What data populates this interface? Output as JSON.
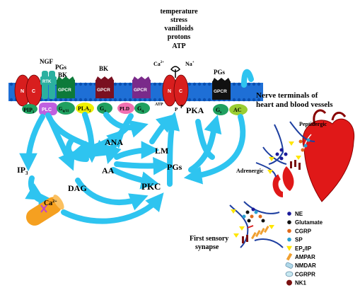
{
  "stimuli": [
    "temperature",
    "stress",
    "vanilloids",
    "protons",
    "ATP"
  ],
  "ions": {
    "ca": "Ca",
    "ca_sup": "2+",
    "na": "Na",
    "na_sup": "+"
  },
  "receptors": {
    "ngf": "NGF",
    "pgs_top": "PGs",
    "bk_top": "BK",
    "bk_mid": "BK",
    "pgs_right": "PGs",
    "rtk": "RTK",
    "gpcr": "GPCR",
    "n": "N",
    "c": "C"
  },
  "membrane_labels": {
    "pip2": "PIP",
    "pip2_sub": "2",
    "plc": "PLC",
    "gq11": "G",
    "gq11_sub": "q/11",
    "pla2": "PLA",
    "pla2_sub": "2",
    "gq": "G",
    "gq_sub": "q",
    "pld": "PLD",
    "atp": "ATP",
    "p": "P",
    "gs": "G",
    "gs_sub": "s",
    "ac": "AC",
    "pka": "PKA"
  },
  "pathway": {
    "ana": "ANA",
    "lm": "LM",
    "aa": "AA",
    "pgs": "PGs",
    "ip3": "IP",
    "ip3_sub": "3",
    "dag": "DAG",
    "pkc": "PKC",
    "ca_store": "Ca",
    "ca_store_sup": "2+"
  },
  "titles": {
    "nerve_terminals_1": "Nerve terminals of",
    "nerve_terminals_2": "heart and blood vessels",
    "peptidergic": "Peptidergic",
    "adrenergic": "Adrenergic",
    "first_synapse_1": "First sensory",
    "first_synapse_2": "synapse"
  },
  "legend": [
    {
      "label": "NE",
      "color": "#1a1a9a"
    },
    {
      "label": "Glutamate",
      "color": "#111111"
    },
    {
      "label": "CGRP",
      "color": "#e06a1a"
    },
    {
      "label": "SP",
      "color": "#2aa0d0"
    },
    {
      "label": "EP",
      "sub": "2",
      "suffix": "/IP",
      "color": "#ffe600"
    },
    {
      "label": "AMPAR",
      "color": "#f0a030"
    },
    {
      "label": "NMDAR",
      "color": "#b0d8e8"
    },
    {
      "label": "CGRPR",
      "color": "#c8e8f0"
    },
    {
      "label": "NK1",
      "color": "#7a1010"
    }
  ],
  "colors": {
    "membrane": "#1e6fd6",
    "arrow": "#2ec4f0",
    "receptor_red": "#d81e1e",
    "gpcr_green": "#0d7a3a",
    "gpcr_maroon": "#7a1020",
    "gpcr_purple": "#7a2a8a",
    "plc_violet": "#c060e0",
    "g_green": "#20a060",
    "pla2_yellow": "#f0f000",
    "pld_pink": "#f070b0",
    "ac_green": "#9acd32",
    "heart": "#e01818",
    "store": "#f5a020"
  }
}
